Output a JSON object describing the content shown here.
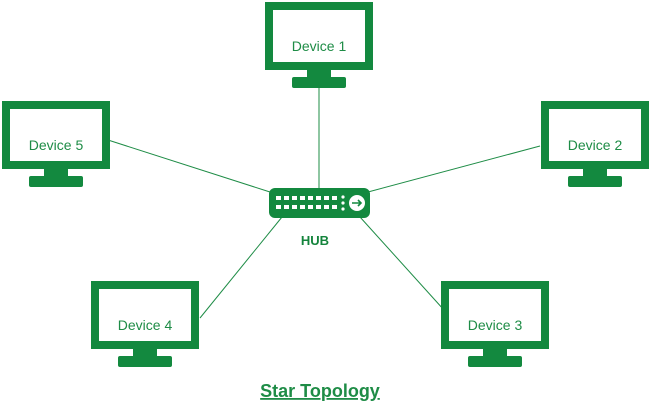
{
  "title": "Star Topology",
  "hub": {
    "label": "HUB",
    "icon": "hub-switch-icon"
  },
  "devices": [
    {
      "label": "Device 1",
      "icon": "monitor-icon"
    },
    {
      "label": "Device 2",
      "icon": "monitor-icon"
    },
    {
      "label": "Device 3",
      "icon": "monitor-icon"
    },
    {
      "label": "Device 4",
      "icon": "monitor-icon"
    },
    {
      "label": "Device 5",
      "icon": "monitor-icon"
    }
  ],
  "colors": {
    "accent": "#13893f",
    "line": "#1e8c46"
  }
}
